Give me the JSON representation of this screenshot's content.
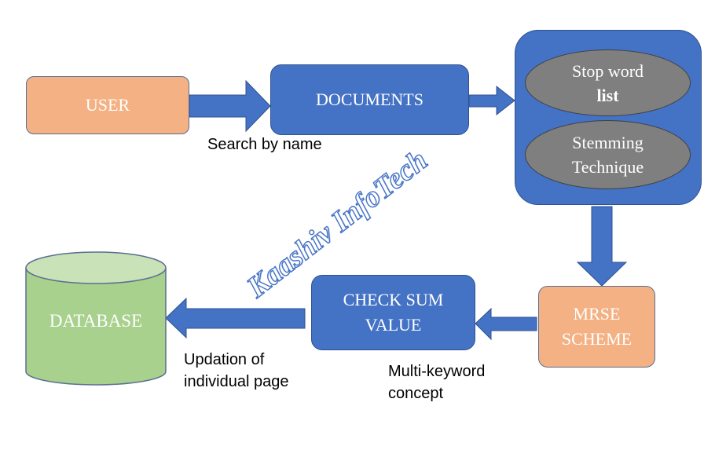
{
  "nodes": {
    "user": "USER",
    "documents": "DOCUMENTS",
    "stop_word_line1": "Stop word",
    "stop_word_line2": "list",
    "stemming_line1": "Stemming",
    "stemming_line2": "Technique",
    "mrse_line1": "MRSE",
    "mrse_line2": "SCHEME",
    "checksum_line1": "CHECK SUM",
    "checksum_line2": "VALUE",
    "database": "DATABASE"
  },
  "edge_labels": {
    "search_by_name": "Search by name",
    "multi_keyword_line1": "Multi-keyword",
    "multi_keyword_line2": "concept",
    "updation_line1": "Updation of",
    "updation_line2": "individual page"
  },
  "watermark": "Kaashiv InfoTech",
  "colors": {
    "blue": "#4472c4",
    "orange": "#f4b183",
    "green": "#a9d18e",
    "gray": "#7f7f7f"
  }
}
